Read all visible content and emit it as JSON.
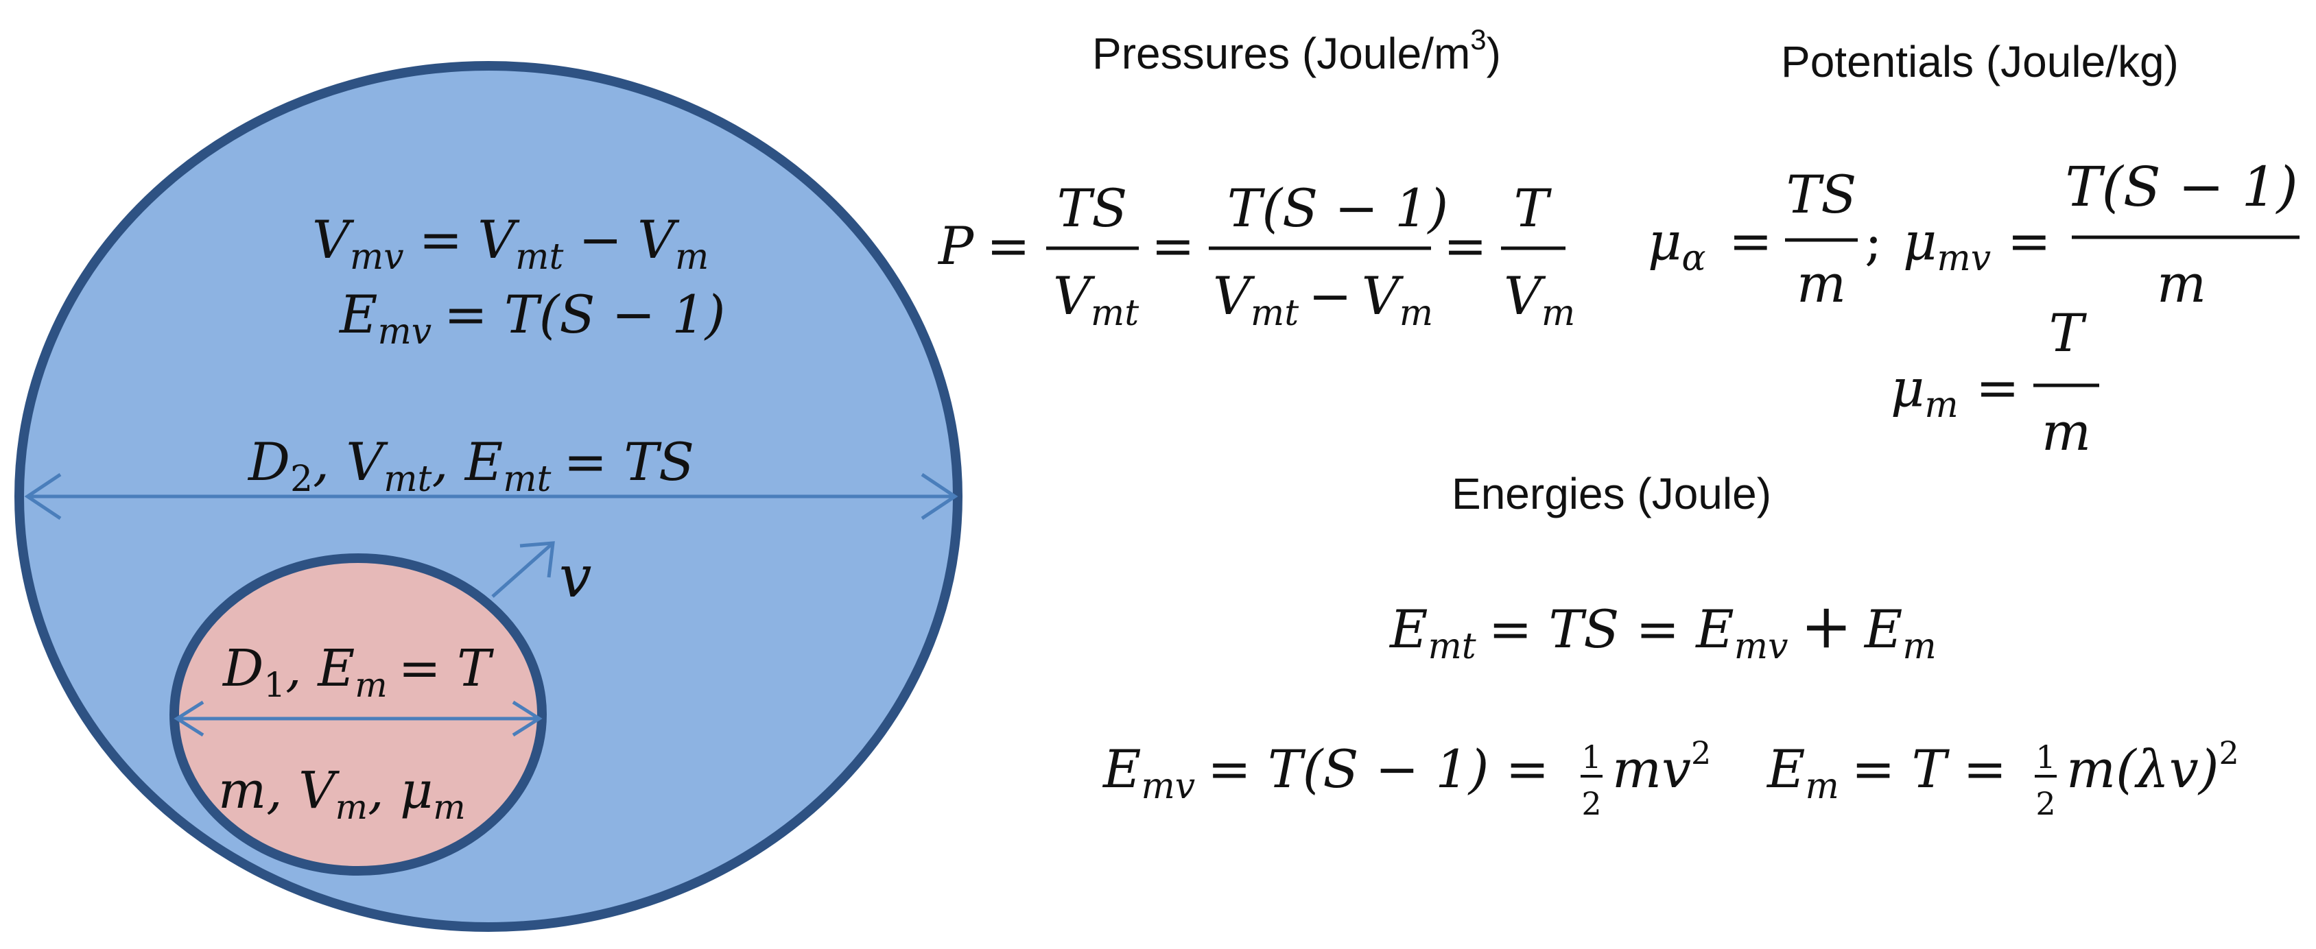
{
  "diagram": {
    "outer_region": {
      "fill": "#8db3e2",
      "stroke": "#2e5283",
      "line1": {
        "lhs": "V",
        "lhs_sub": "mv",
        "eq": "=",
        "a": "V",
        "a_sub": "mt",
        "minus": "−",
        "b": "V",
        "b_sub": "m"
      },
      "line2": {
        "lhs": "E",
        "lhs_sub": "mv",
        "rhs": "= T(S − 1)"
      },
      "diameter": {
        "d": "D",
        "d_sub": "2",
        "v": ", V",
        "v_sub": "mt",
        "e": ", E",
        "e_sub": "mt",
        "rhs": "= TS"
      }
    },
    "velocity": {
      "label": "v",
      "color": "#4a7ebb"
    },
    "inner_region": {
      "fill": "#e6b9b8",
      "stroke": "#2e5283",
      "diameter": {
        "d": "D",
        "d_sub": "1",
        "e": ", E",
        "e_sub": "m",
        "rhs": "= T"
      },
      "props": {
        "m": "m, V",
        "v_sub": "m",
        "mu": ", μ",
        "mu_sub": "m"
      }
    }
  },
  "pressures": {
    "heading": "Pressures (Joule/m",
    "heading_sup": "3",
    "heading_close": ")",
    "equation": {
      "lhs": "P",
      "eq": "=",
      "f1_num": "TS",
      "f1_den": "V",
      "f1_den_sub": "mt",
      "f2_num": "T(S − 1)",
      "f2_den_a": "V",
      "f2_den_a_sub": "mt",
      "f2_den_minus": "−",
      "f2_den_b": "V",
      "f2_den_b_sub": "m",
      "f3_num": "T",
      "f3_den": "V",
      "f3_den_sub": "m"
    }
  },
  "potentials": {
    "heading": "Potentials (Joule/kg)",
    "alpha": {
      "mu": "μ",
      "sub": "α",
      "eq": "=",
      "num": "TS",
      "den": "m",
      "sep": ";"
    },
    "mv": {
      "mu": "μ",
      "sub": "mv",
      "eq": "=",
      "num": "T(S − 1)",
      "den": "m"
    },
    "m": {
      "mu": "μ",
      "sub": "m",
      "eq": "=",
      "num": "T",
      "den": "m"
    }
  },
  "energies": {
    "heading": "Energies (Joule)",
    "line1": {
      "a": "E",
      "a_sub": "mt",
      "mid": "= TS = E",
      "mid_sub": "mv",
      "plus": "+",
      "c": "E",
      "c_sub": "m"
    },
    "line2": {
      "lhs": "E",
      "lhs_sub": "mv",
      "rhs": "= T(S − 1) =",
      "half_num": "1",
      "half_den": "2",
      "tail": "mv",
      "tail_sup": "2"
    },
    "line3": {
      "lhs": "E",
      "lhs_sub": "m",
      "rhs": "= T =",
      "half_num": "1",
      "half_den": "2",
      "tail": "m(λv)",
      "tail_sup": "2"
    }
  }
}
